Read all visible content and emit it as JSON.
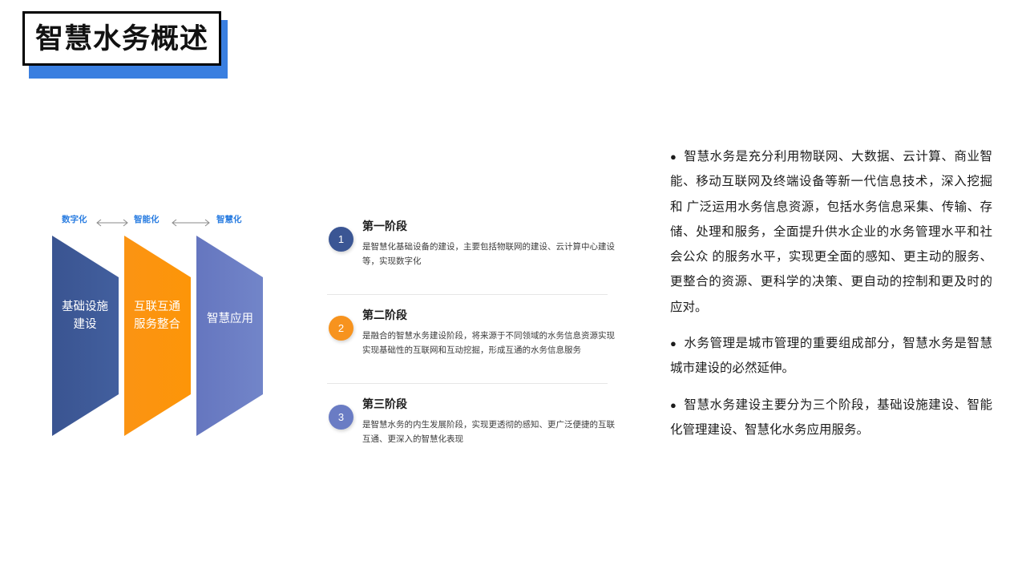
{
  "title": {
    "text": "智慧水务概述",
    "box_border_color": "#000000",
    "shadow_color": "#3a7fe0"
  },
  "diagram": {
    "stage_labels": [
      {
        "text": "数字化"
      },
      {
        "text": "智能化"
      },
      {
        "text": "智慧化"
      }
    ],
    "arrows": [
      {
        "name": "double-arrow-1"
      },
      {
        "name": "double-arrow-2"
      }
    ],
    "blocks": [
      {
        "text": "基础设施\n建设",
        "color": "#3b5694"
      },
      {
        "text": "互联互通\n服务整合",
        "color": "#fa9016"
      },
      {
        "text": "智慧应用",
        "color": "#6a7cc4"
      }
    ]
  },
  "stages": [
    {
      "number": "1",
      "heading": "第一阶段",
      "desc": "是智慧化基础设备的建设，主要包括物联网的建设、云计算中心建设等，实现数字化",
      "color": "#3b5694"
    },
    {
      "number": "2",
      "heading": "第二阶段",
      "desc": "是融合的智慧水务建设阶段，将来源于不同领域的水务信息资源实现实现基础性的互联网和互动挖掘，形成互通的水务信息服务",
      "color": "#f7931e"
    },
    {
      "number": "3",
      "heading": "第三阶段",
      "desc": "是智慧水务的内生发展阶段，实现更透彻的感知、更广泛便捷的互联互通、更深入的智慧化表现",
      "color": "#6a7cc4"
    }
  ],
  "paragraphs": [
    {
      "bullet": "●",
      "text": "智慧水务是充分利用物联网、大数据、云计算、商业智能、移动互联网及终端设备等新一代信息技术，深入挖掘和 广泛运用水务信息资源，包括水务信息采集、传输、存储、处理和服务，全面提升供水企业的水务管理水平和社会公众 的服务水平，实现更全面的感知、更主动的服务、更整合的资源、更科学的决策、更自动的控制和更及时的应对。"
    },
    {
      "bullet": "●",
      "text": "水务管理是城市管理的重要组成部分，智慧水务是智慧城市建设的必然延伸。"
    },
    {
      "bullet": "●",
      "text": "智慧水务建设主要分为三个阶段，基础设施建设、智能化管理建设、智慧化水务应用服务。"
    }
  ]
}
